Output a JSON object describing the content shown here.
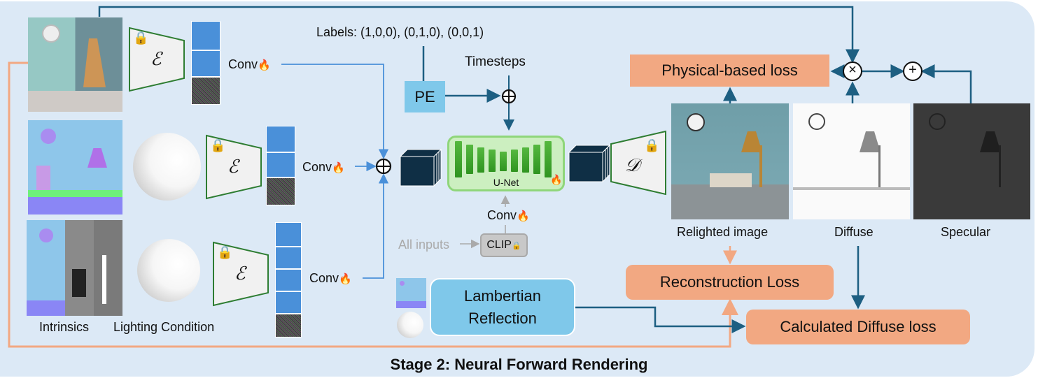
{
  "figure": {
    "title": "Stage 2: Neural Forward Rendering",
    "colors": {
      "panel_bg": "#dce9f6",
      "wire_dark": "#1d5f82",
      "wire_light": "#4a90d9",
      "wire_orange": "#f2a882",
      "loss_box": "#f2a882",
      "pe_box": "#7fc8ea",
      "encoder_stroke": "#2e7d32",
      "latent_blue": "#4a90d9",
      "latent_dark": "#0f2f45",
      "unet_fill": "#ccefc0",
      "unet_bars": "#3aa02a"
    }
  },
  "inputs": {
    "rows": [
      {
        "name": "intrinsics-row-1",
        "conv_label": "Conv",
        "trainable_icon": "fire-icon"
      },
      {
        "name": "normal-row",
        "conv_label": "Conv",
        "trainable_icon": "fire-icon"
      },
      {
        "name": "intrinsics-lighting-row",
        "conv_label": "Conv",
        "trainable_icon": "fire-icon"
      }
    ],
    "encoder_symbol": "ℰ",
    "encoder_lock_icon": "lock-icon",
    "intrinsics_caption": "Intrinsics",
    "lighting_caption": "Lighting Condition"
  },
  "conditioning": {
    "labels_text": "Labels: (1,0,0), (0,1,0), (0,0,1)",
    "pe_label": "PE",
    "timesteps_label": "Timesteps",
    "sum_symbol": "⊕"
  },
  "unet": {
    "label": "U-Net",
    "trainable_icon": "fire-icon",
    "conv_label": "Conv",
    "clip_label": "CLIP",
    "all_inputs_label": "All inputs"
  },
  "decoder": {
    "symbol": "𝒟",
    "lock_icon": "lock-icon"
  },
  "outputs": {
    "relighted_caption": "Relighted image",
    "diffuse_caption": "Diffuse",
    "specular_caption": "Specular",
    "multiply_symbol": "×",
    "add_symbol": "+"
  },
  "losses": {
    "physical": "Physical-based loss",
    "reconstruction": "Reconstruction Loss",
    "diffuse": "Calculated Diffuse loss"
  },
  "lambertian": {
    "line1": "Lambertian",
    "line2": "Reflection"
  }
}
